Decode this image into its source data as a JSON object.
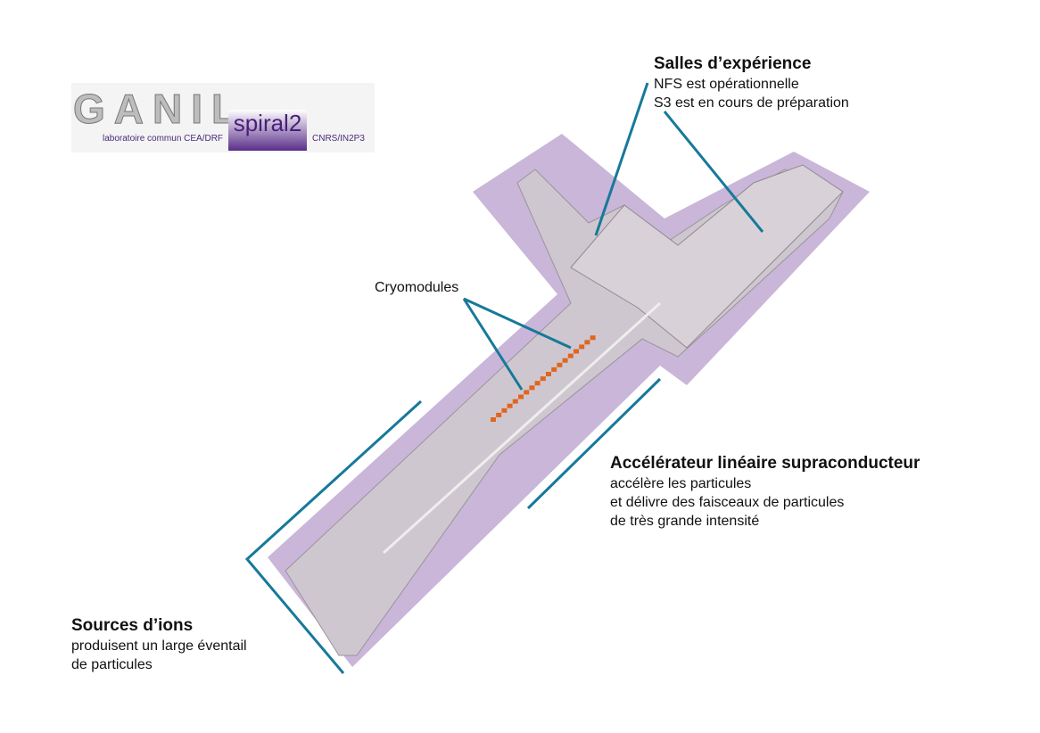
{
  "logo": {
    "name": "GANIL",
    "sub": "spiral2",
    "left_text": "laboratoire commun CEA/DRF",
    "right_text": "CNRS/IN2P3"
  },
  "labels": {
    "halls": {
      "title": "Salles d’expérience",
      "lines": [
        "NFS est opérationnelle",
        "S3 est en cours de préparation"
      ]
    },
    "cryo": {
      "title": "Cryomodules"
    },
    "linac": {
      "title": "Accélérateur linéaire supraconducteur",
      "lines": [
        "accélère les particules",
        "et délivre des faisceaux de particules",
        "de très grande intensité"
      ]
    },
    "sources": {
      "title": "Sources d’ions",
      "lines": [
        "produisent un large éventail",
        "de particules"
      ]
    }
  },
  "colors": {
    "line": "#17799a",
    "floor": "#c9b6d8",
    "building": "#cfc7cf",
    "cryo": "#e0651e"
  }
}
